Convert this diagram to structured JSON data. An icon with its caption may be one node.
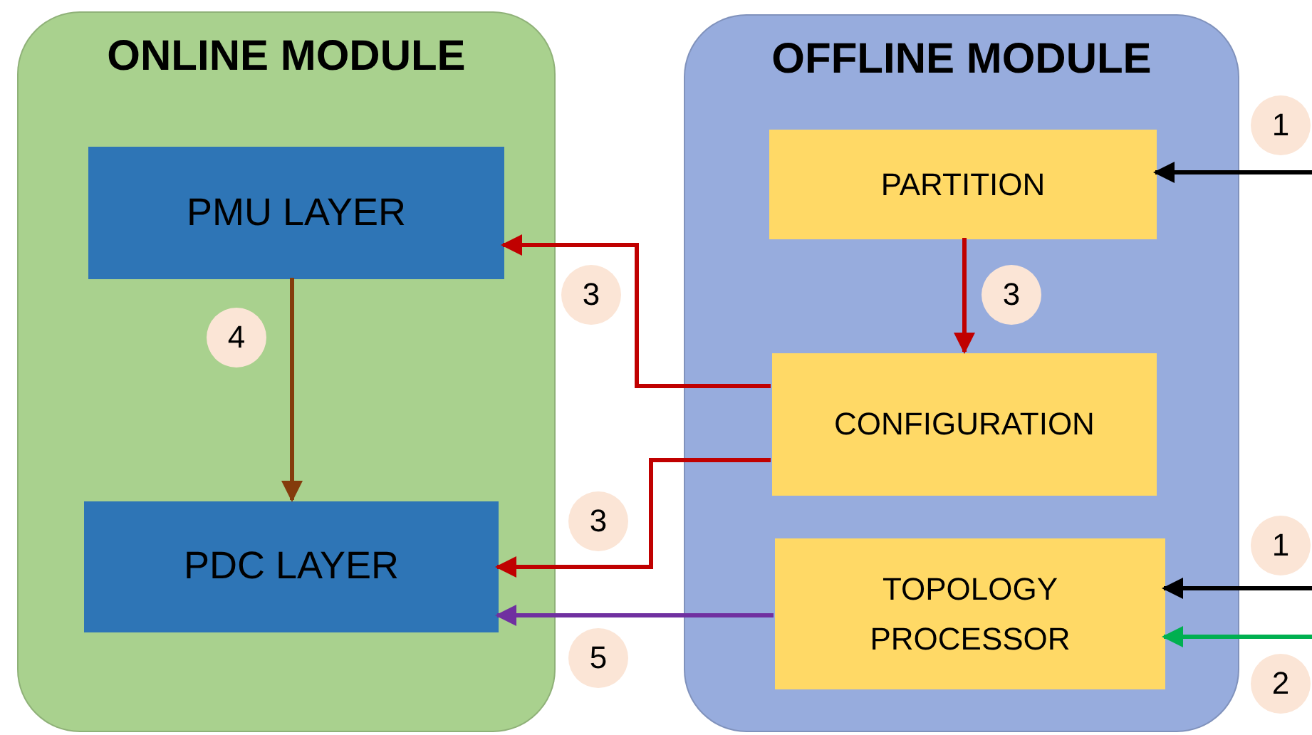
{
  "diagram": {
    "nodes": [
      {
        "text": [
          "ONLINE MODULE"
        ]
      },
      {
        "text": [
          "PMU LAYER"
        ],
        "in": 0
      },
      {
        "text": [
          "PDC LAYER"
        ],
        "in": 0
      },
      {
        "text": [
          "OFFLINE MODULE"
        ]
      },
      {
        "text": [
          "PARTITION"
        ],
        "in": 3
      },
      {
        "text": [
          "CONFIGURATION"
        ],
        "in": 3
      },
      {
        "text": [
          "TOPOLOGY PROCESSOR"
        ],
        "in": 3
      }
    ],
    "edges": [
      {
        "from": null,
        "to": 4,
        "arrow": "to",
        "label": "1",
        "color": "#000000"
      },
      {
        "from": 4,
        "to": 5,
        "arrow": "to",
        "label": "3",
        "color": "#c00000"
      },
      {
        "from": 5,
        "to": 1,
        "arrow": "to",
        "label": "3",
        "color": "#c00000"
      },
      {
        "from": 1,
        "to": 2,
        "arrow": "to",
        "label": "4",
        "color": "#843c0c"
      },
      {
        "from": 5,
        "to": 2,
        "arrow": "to",
        "label": "3",
        "color": "#c00000"
      },
      {
        "from": 6,
        "to": 2,
        "arrow": "to",
        "label": "5",
        "color": "#7030a0"
      },
      {
        "from": null,
        "to": 6,
        "arrow": "to",
        "label": "1",
        "color": "#000000"
      },
      {
        "from": null,
        "to": 6,
        "arrow": "to",
        "label": "2",
        "color": "#00b050"
      }
    ]
  }
}
